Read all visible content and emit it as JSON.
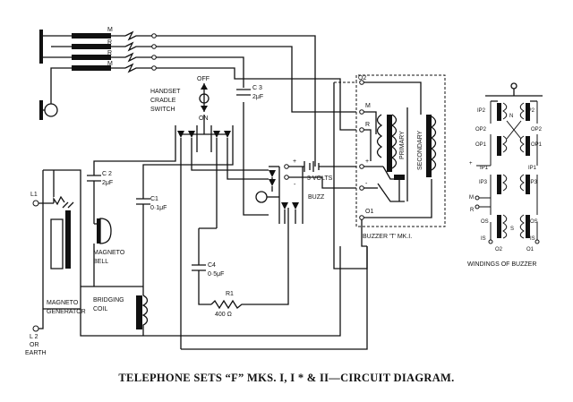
{
  "title": "TELEPHONE SETS “F” MKS. I, I * & II—CIRCUIT DIAGRAM.",
  "labels": {
    "m1": "M",
    "r1": "R",
    "r2": "R",
    "m2": "M",
    "handset_l1": "HANDSET",
    "handset_l2": "CRADLE",
    "handset_l3": "SWITCH",
    "off": "OFF",
    "on": "ON",
    "c3": "C 3",
    "c3v": "2μF",
    "c2": "C 2",
    "c2v": "2μF",
    "c1": "C1",
    "c1v": "0·1μF",
    "c4": "C4",
    "c4v": "0·5μF",
    "r1res": "R1",
    "r1v": "400 Ω",
    "l1": "L1",
    "l2a": "L 2",
    "l2b": "OR",
    "l2c": "EARTH",
    "mag_bell1": "MAGNETO",
    "mag_bell2": "BELL",
    "mag_gen1": "MAGNETO",
    "mag_gen2": "GENERATOR",
    "bridging1": "BRIDGING",
    "bridging2": "COIL",
    "volts": "3 VOLTS",
    "plus": "+",
    "minus": "-",
    "buzz": "BUZZ",
    "bz_o2": "O2",
    "bz_m": "M",
    "bz_r": "R",
    "bz_plus": "+",
    "bz_minus": "-",
    "bz_o1": "O1",
    "primary": "PRIMARY",
    "secondary": "SECONDARY",
    "buzzer_caption": "BUZZER 'T' MK.I.",
    "w_ip2l": "IP2",
    "w_ip2r": "IP2",
    "w_n": "N",
    "w_op2l": "OP2",
    "w_op2r": "OP2",
    "w_op1l": "OP1",
    "w_op1r": "OP1",
    "w_plus": "+",
    "w_ip1l": "IP1",
    "w_ip1r": "IP1",
    "w_ip3l": "IP3",
    "w_ip3r": "IP3",
    "w_m": "M",
    "w_r": "R",
    "w_os_l": "OS",
    "w_os_r": "OS",
    "w_s": "S",
    "w_is_l": "IS",
    "w_is_r": "IS",
    "w_o2": "O2",
    "w_o1": "O1",
    "windings": "WINDINGS OF BUZZER"
  }
}
